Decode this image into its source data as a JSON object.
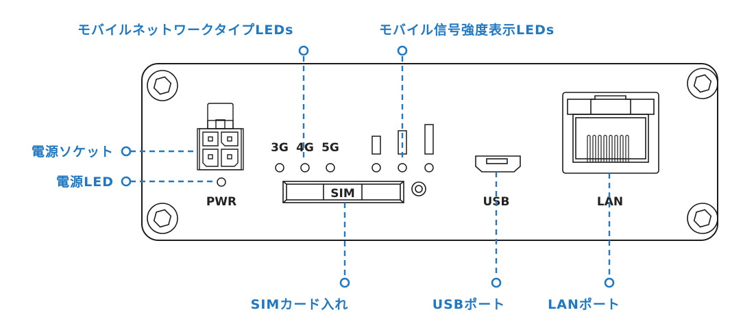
{
  "colors": {
    "accent": "#1f78c1",
    "outline": "#1a1a1a",
    "background": "#ffffff"
  },
  "callouts": {
    "network_type_leds": "モバイルネットワークタイプLEDs",
    "signal_strength_leds": "モバイル信号強度表示LEDs",
    "power_socket": "電源ソケット",
    "power_led": "電源LED",
    "sim_slot": "SIMカード入れ",
    "usb_port": "USBポート",
    "lan_port": "LANポート"
  },
  "device_labels": {
    "net_3g": "3G",
    "net_4g": "4G",
    "net_5g": "5G",
    "sim": "SIM",
    "pwr": "PWR",
    "usb": "USB",
    "lan": "LAN"
  },
  "signal_bars": 3,
  "icons": {
    "screw": "hex-socket-screw-icon",
    "power_connector": "4-pin-power-connector-icon",
    "usb": "micro-usb-port-icon",
    "lan": "rj45-port-icon",
    "reset": "reset-button-icon"
  }
}
